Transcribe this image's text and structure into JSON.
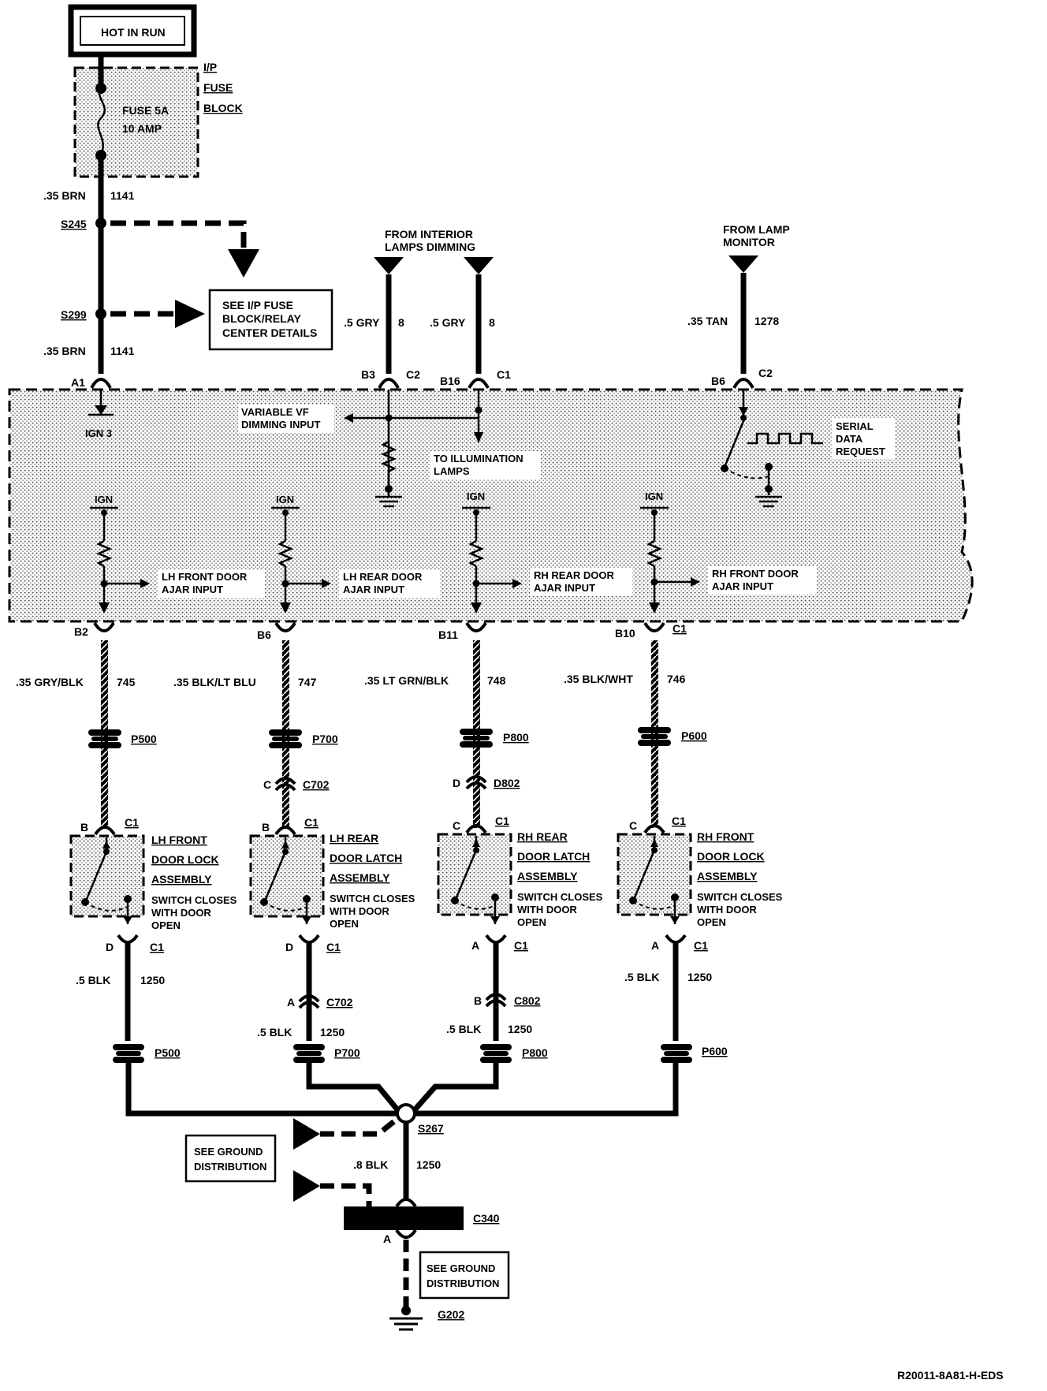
{
  "power": {
    "source": "HOT IN RUN",
    "fuse_block": [
      "I/P",
      "FUSE",
      "BLOCK"
    ],
    "fuse_name": "FUSE 5A",
    "fuse_rating": "10 AMP",
    "wire_upper": {
      "gauge": ".35 BRN",
      "circuit": "1141"
    },
    "wire_lower": {
      "gauge": ".35 BRN",
      "circuit": "1141"
    },
    "splice_s245": "S245",
    "splice_s299": "S299",
    "ref_box": [
      "SEE I/P FUSE",
      "BLOCK/RELAY",
      "CENTER DETAILS"
    ]
  },
  "inputs_top": {
    "interior_lamps": [
      "FROM INTERIOR",
      "LAMPS DIMMING"
    ],
    "wire_b3": {
      "gauge": ".5 GRY",
      "circuit": "8"
    },
    "wire_b16": {
      "gauge": ".5 GRY",
      "circuit": "8"
    },
    "lamp_monitor": [
      "FROM LAMP",
      "MONITOR"
    ],
    "wire_b6": {
      "gauge": ".35 TAN",
      "circuit": "1278"
    }
  },
  "module": {
    "pins_top": [
      {
        "pin": "A1",
        "conn": ""
      },
      {
        "pin": "B3",
        "conn": "C2"
      },
      {
        "pin": "B16",
        "conn": "C1"
      },
      {
        "pin": "B6",
        "conn": "C2"
      }
    ],
    "ign3": "IGN 3",
    "vf_dimming": [
      "VARIABLE VF",
      "DIMMING INPUT"
    ],
    "illumination": [
      "TO ILLUMINATION",
      "LAMPS"
    ],
    "serial": [
      "SERIAL",
      "DATA",
      "REQUEST"
    ],
    "ign_label": "IGN",
    "inputs": [
      [
        "LH FRONT DOOR",
        "AJAR INPUT"
      ],
      [
        "LH REAR DOOR",
        "AJAR INPUT"
      ],
      [
        "RH REAR DOOR",
        "AJAR INPUT"
      ],
      [
        "RH FRONT DOOR",
        "AJAR INPUT"
      ]
    ],
    "pins_bottom": [
      "B2",
      "B6",
      "B11",
      "B10"
    ],
    "pin_bottom_conn": "C1"
  },
  "doors": [
    {
      "wire": {
        "gauge": ".35 GRY/BLK",
        "circuit": "745"
      },
      "inline": "P500",
      "extra_conn": null,
      "top_pin": "B",
      "top_conn": "C1",
      "assembly": [
        "LH FRONT",
        "DOOR LOCK",
        "ASSEMBLY"
      ],
      "switch_note": [
        "SWITCH CLOSES",
        "WITH DOOR",
        "OPEN"
      ],
      "bottom_pin": "D",
      "bottom_conn": "C1",
      "ground_extra_conn": null,
      "ground_wire": {
        "gauge": ".5 BLK",
        "circuit": "1250"
      },
      "ground_inline": "P500"
    },
    {
      "wire": {
        "gauge": ".35 BLK/LT BLU",
        "circuit": "747"
      },
      "inline": "P700",
      "extra_conn": {
        "pin": "C",
        "conn": "C702"
      },
      "top_pin": "B",
      "top_conn": "C1",
      "assembly": [
        "LH REAR",
        "DOOR LATCH",
        "ASSEMBLY"
      ],
      "switch_note": [
        "SWITCH CLOSES",
        "WITH DOOR",
        "OPEN"
      ],
      "bottom_pin": "D",
      "bottom_conn": "C1",
      "ground_extra_conn": {
        "pin": "A",
        "conn": "C702"
      },
      "ground_wire": {
        "gauge": ".5 BLK",
        "circuit": "1250"
      },
      "ground_inline": "P700"
    },
    {
      "wire": {
        "gauge": ".35 LT GRN/BLK",
        "circuit": "748"
      },
      "inline": "P800",
      "extra_conn": {
        "pin": "D",
        "conn": "D802"
      },
      "top_pin": "C",
      "top_conn": "C1",
      "assembly": [
        "RH REAR",
        "DOOR LATCH",
        "ASSEMBLY"
      ],
      "switch_note": [
        "SWITCH CLOSES",
        "WITH DOOR",
        "OPEN"
      ],
      "bottom_pin": "A",
      "bottom_conn": "C1",
      "ground_extra_conn": {
        "pin": "B",
        "conn": "C802"
      },
      "ground_wire": {
        "gauge": ".5 BLK",
        "circuit": "1250"
      },
      "ground_inline": "P800"
    },
    {
      "wire": {
        "gauge": ".35 BLK/WHT",
        "circuit": "746"
      },
      "inline": "P600",
      "extra_conn": null,
      "top_pin": "C",
      "top_conn": "C1",
      "assembly": [
        "RH FRONT",
        "DOOR LOCK",
        "ASSEMBLY"
      ],
      "switch_note": [
        "SWITCH CLOSES",
        "WITH DOOR",
        "OPEN"
      ],
      "bottom_pin": "A",
      "bottom_conn": "C1",
      "ground_extra_conn": null,
      "ground_wire": {
        "gauge": ".5 BLK",
        "circuit": "1250"
      },
      "ground_inline": "P600"
    }
  ],
  "ground": {
    "splice": "S267",
    "see_ground_1": [
      "SEE GROUND",
      "DISTRIBUTION"
    ],
    "wire": {
      "gauge": ".8 BLK",
      "circuit": "1250"
    },
    "connector": "C340",
    "conn_pin": "A",
    "see_ground_2": [
      "SEE GROUND",
      "DISTRIBUTION"
    ],
    "ground_point": "G202"
  },
  "footer_code": "R20011-8A81-H-EDS"
}
